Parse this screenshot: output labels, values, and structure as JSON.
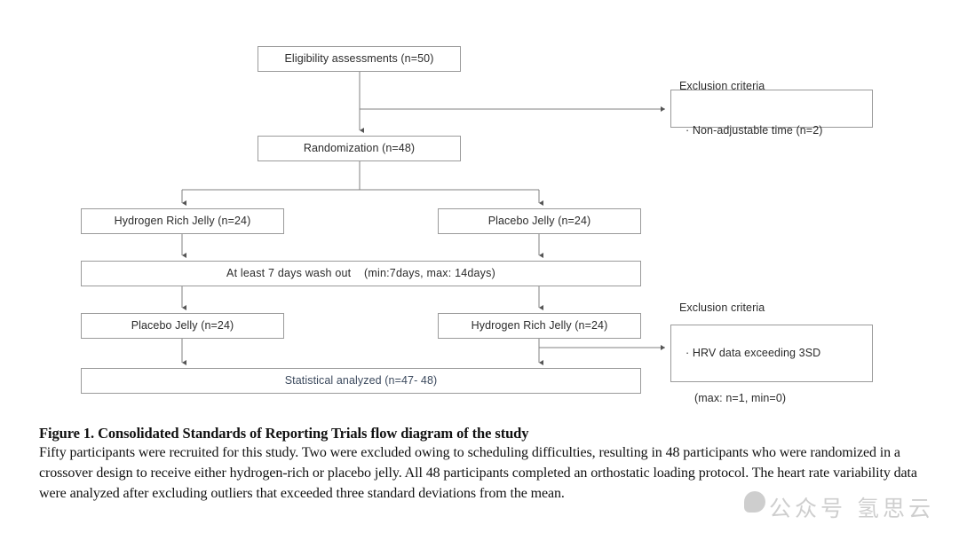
{
  "figure": {
    "caption_title": "Figure 1. Consolidated Standards of Reporting Trials flow diagram of the study",
    "caption_body": "Fifty participants were recruited for this study. Two were excluded owing to scheduling difficulties, resulting in 48 participants who were randomized in a crossover design to receive either hydrogen-rich or placebo jelly. All 48 participants completed an orthostatic loading protocol. The heart rate variability data were analyzed after excluding outliers that exceeded three standard deviations from the mean."
  },
  "chart_data": {
    "type": "diagram",
    "title": "Consolidated Standards of Reporting Trials flow diagram of the study",
    "nodes": [
      {
        "id": "eligibility",
        "label": "Eligibility assessments (n=50)",
        "n": 50
      },
      {
        "id": "exclusion_1",
        "label": "Exclusion criteria\n· Non-adjustable time (n=2)",
        "n": 2
      },
      {
        "id": "randomization",
        "label": "Randomization (n=48)",
        "n": 48
      },
      {
        "id": "arm_a_1",
        "label": "Hydrogen Rich Jelly (n=24)",
        "n": 24
      },
      {
        "id": "arm_b_1",
        "label": "Placebo Jelly (n=24)",
        "n": 24
      },
      {
        "id": "washout",
        "label": "At least 7 days wash out    (min:7days, max: 14days)",
        "n": null
      },
      {
        "id": "arm_a_2",
        "label": "Placebo Jelly (n=24)",
        "n": 24
      },
      {
        "id": "arm_b_2",
        "label": "Hydrogen Rich Jelly (n=24)",
        "n": 24
      },
      {
        "id": "exclusion_2",
        "label": "Exclusion criteria\n· HRV data exceeding 3SD\n  (max: n=1, min=0)",
        "n": 1
      },
      {
        "id": "statistical",
        "label": "Statistical analyzed (n=47- 48)",
        "n": "47-48"
      }
    ],
    "edges": [
      {
        "from": "eligibility",
        "to": "exclusion_1"
      },
      {
        "from": "eligibility",
        "to": "randomization"
      },
      {
        "from": "randomization",
        "to": "arm_a_1"
      },
      {
        "from": "randomization",
        "to": "arm_b_1"
      },
      {
        "from": "arm_a_1",
        "to": "washout"
      },
      {
        "from": "arm_b_1",
        "to": "washout"
      },
      {
        "from": "washout",
        "to": "arm_a_2"
      },
      {
        "from": "washout",
        "to": "arm_b_2"
      },
      {
        "from": "arm_a_2",
        "to": "statistical"
      },
      {
        "from": "arm_b_2",
        "to": "statistical"
      },
      {
        "from": "arm_b_2",
        "to": "exclusion_2"
      }
    ]
  },
  "nodes": {
    "eligibility": {
      "label": "Eligibility assessments (n=50)"
    },
    "exclusion_1": {
      "line1": "Exclusion criteria",
      "line2": "· Non-adjustable time (n=2)"
    },
    "randomization": {
      "label": "Randomization (n=48)"
    },
    "arm_a_1": {
      "label": "Hydrogen Rich Jelly (n=24)"
    },
    "arm_b_1": {
      "label": "Placebo Jelly (n=24)"
    },
    "washout": {
      "label": "At least 7 days wash out    (min:7days, max: 14days)"
    },
    "arm_a_2": {
      "label": "Placebo Jelly (n=24)"
    },
    "arm_b_2": {
      "label": "Hydrogen Rich Jelly (n=24)"
    },
    "exclusion_2": {
      "line1": "Exclusion criteria",
      "line2": "· HRV data exceeding 3SD",
      "line3": "(max: n=1, min=0)"
    },
    "statistical": {
      "label": "Statistical analyzed (n=47- 48)"
    }
  },
  "watermark": {
    "text": "公众号 氢思云"
  },
  "colors": {
    "box_border": "#9a9a9a",
    "connector": "#6f6f6f",
    "text": "#2b2b2b",
    "statistical_text": "#3c4a5e",
    "background": "#ffffff"
  }
}
